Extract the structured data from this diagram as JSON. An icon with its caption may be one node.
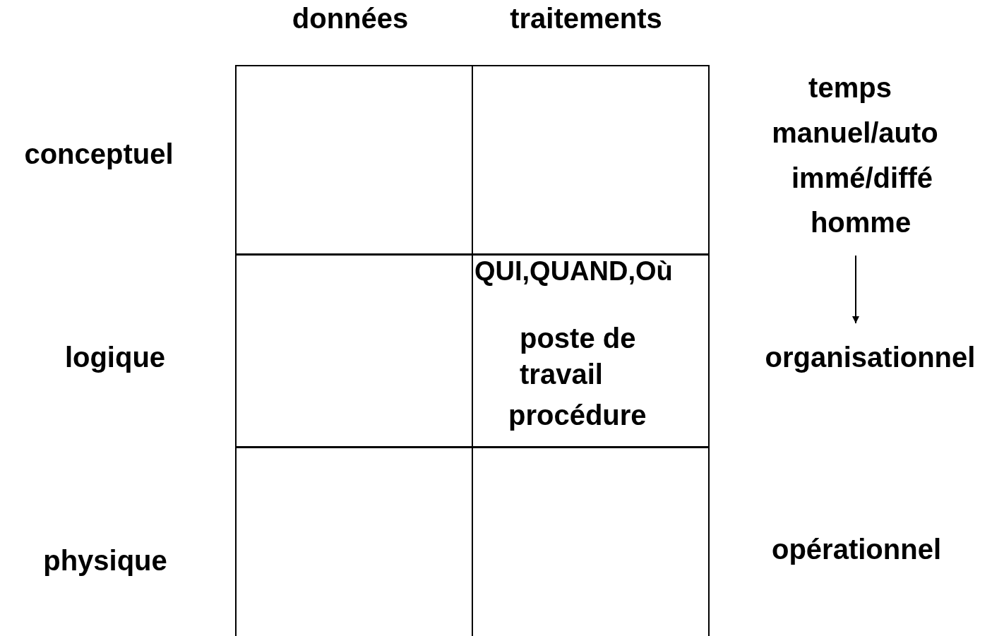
{
  "diagram": {
    "nodes": [
      {
        "text": [],
        "shape": "box"
      },
      {
        "text": [],
        "shape": "box"
      },
      {
        "text": [],
        "shape": "box"
      },
      {
        "text": [
          "QUI,QUAND,Où",
          "poste de travail",
          "procédure"
        ]
      },
      {
        "text": [],
        "shape": "box"
      },
      {
        "text": [],
        "shape": "box"
      },
      {
        "text": [
          "temps",
          "manuel/auto",
          "immé/diffé",
          "homme"
        ]
      },
      {
        "text": [
          "organisationnel"
        ]
      }
    ],
    "edges": [
      {
        "from": 6,
        "to": 7,
        "arrow": "to"
      }
    ],
    "labels": [
      "données",
      "traitements",
      "conceptuel",
      "logique",
      "physique",
      "opérationnel"
    ]
  }
}
